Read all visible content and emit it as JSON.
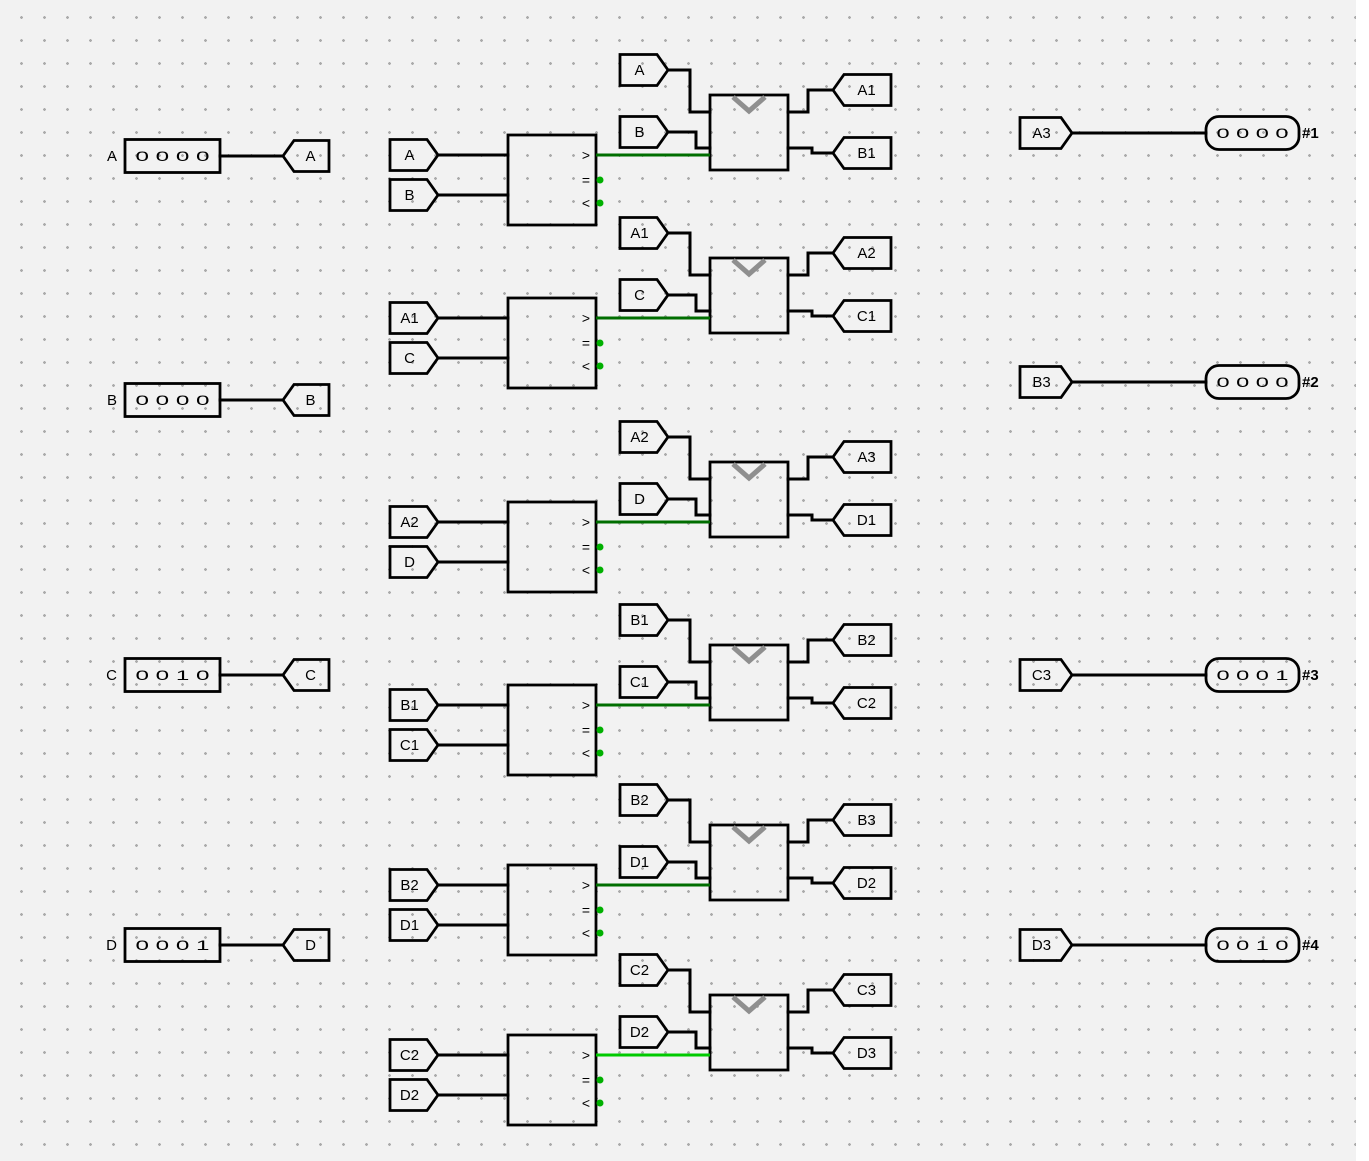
{
  "canvas": {
    "type": "logic-circuit-editor",
    "description": "4-value sorting network of comparators and swap units"
  },
  "inputs": [
    {
      "label": "A",
      "value": "0 0 0 0",
      "tunnel": "A"
    },
    {
      "label": "B",
      "value": "0 0 0 0",
      "tunnel": "B"
    },
    {
      "label": "C",
      "value": "0 0 1 0",
      "tunnel": "C"
    },
    {
      "label": "D",
      "value": "0 0 0 1",
      "tunnel": "D"
    }
  ],
  "outputs": [
    {
      "tunnel": "A3",
      "value": "0 0 0 0",
      "label": "#1"
    },
    {
      "tunnel": "B3",
      "value": "0 0 0 0",
      "label": "#2"
    },
    {
      "tunnel": "C3",
      "value": "0 0 0 1",
      "label": "#3"
    },
    {
      "tunnel": "D3",
      "value": "0 0 1 0",
      "label": "#4"
    }
  ],
  "comparator_symbols": {
    "gt": ">",
    "eq": "=",
    "lt": "<"
  },
  "stages": [
    {
      "swap": {
        "in_top": "A",
        "in_bot": "B",
        "out_top": "A1",
        "out_bot": "B1"
      },
      "cmp": {
        "in_top": "A",
        "in_bot": "B"
      },
      "select_color": "#006e00"
    },
    {
      "swap": {
        "in_top": "A1",
        "in_bot": "C",
        "out_top": "A2",
        "out_bot": "C1"
      },
      "cmp": {
        "in_top": "A1",
        "in_bot": "C"
      },
      "select_color": "#006e00"
    },
    {
      "swap": {
        "in_top": "A2",
        "in_bot": "D",
        "out_top": "A3",
        "out_bot": "D1"
      },
      "cmp": {
        "in_top": "A2",
        "in_bot": "D"
      },
      "select_color": "#006e00"
    },
    {
      "swap": {
        "in_top": "B1",
        "in_bot": "C1",
        "out_top": "B2",
        "out_bot": "C2"
      },
      "cmp": {
        "in_top": "B1",
        "in_bot": "C1"
      },
      "select_color": "#006e00"
    },
    {
      "swap": {
        "in_top": "B2",
        "in_bot": "D1",
        "out_top": "B3",
        "out_bot": "D2"
      },
      "cmp": {
        "in_top": "B2",
        "in_bot": "D1"
      },
      "select_color": "#006e00"
    },
    {
      "swap": {
        "in_top": "C2",
        "in_bot": "D2",
        "out_top": "C3",
        "out_bot": "D3"
      },
      "cmp": {
        "in_top": "C2",
        "in_bot": "D2"
      },
      "select_color": "#00ca00"
    }
  ],
  "colors": {
    "wire": "#000000",
    "signal_low": "#006e00",
    "signal_high": "#00ca00",
    "unconnected_dot": "#00b000",
    "chevron": "#8f8f8f"
  }
}
